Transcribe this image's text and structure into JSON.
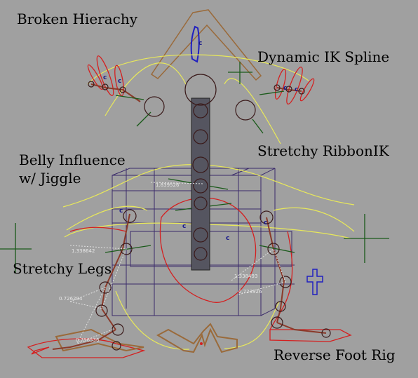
{
  "viewport": {
    "background": "#a0a0a0"
  },
  "labels": {
    "broken_hierarchy": "Broken Hierachy",
    "dynamic_ik_spline": "Dynamic IK Spline",
    "belly_influence_line1": "Belly Influence",
    "belly_influence_line2": "w/ Jiggle",
    "stretchy_ribbon_ik": "Stretchy RibbonIK",
    "stretchy_legs": "Stretchy Legs",
    "reverse_foot_rig": "Reverse Foot Rig"
  },
  "measurements": {
    "belly": "1.839526",
    "left_upper": "1.338642",
    "left_mid": "0.726294",
    "left_lower": "0.796536",
    "right_upper": "1.338493",
    "right_mid": "0.723926"
  },
  "colors": {
    "curve_yellow": "#e8e85a",
    "control_red": "#d42020",
    "joint_dark": "#3a1a1a",
    "bone_brown": "#8a3a2a",
    "cage_purple": "#3a2a6a",
    "locator_green": "#1a5a1a",
    "spine_ribbon": "#555560",
    "hierarchy_brown": "#9a6a3a",
    "ik_blue": "#2020c0"
  },
  "icons": {
    "locator": "cross-locator-icon",
    "joint": "joint-circle-icon"
  }
}
